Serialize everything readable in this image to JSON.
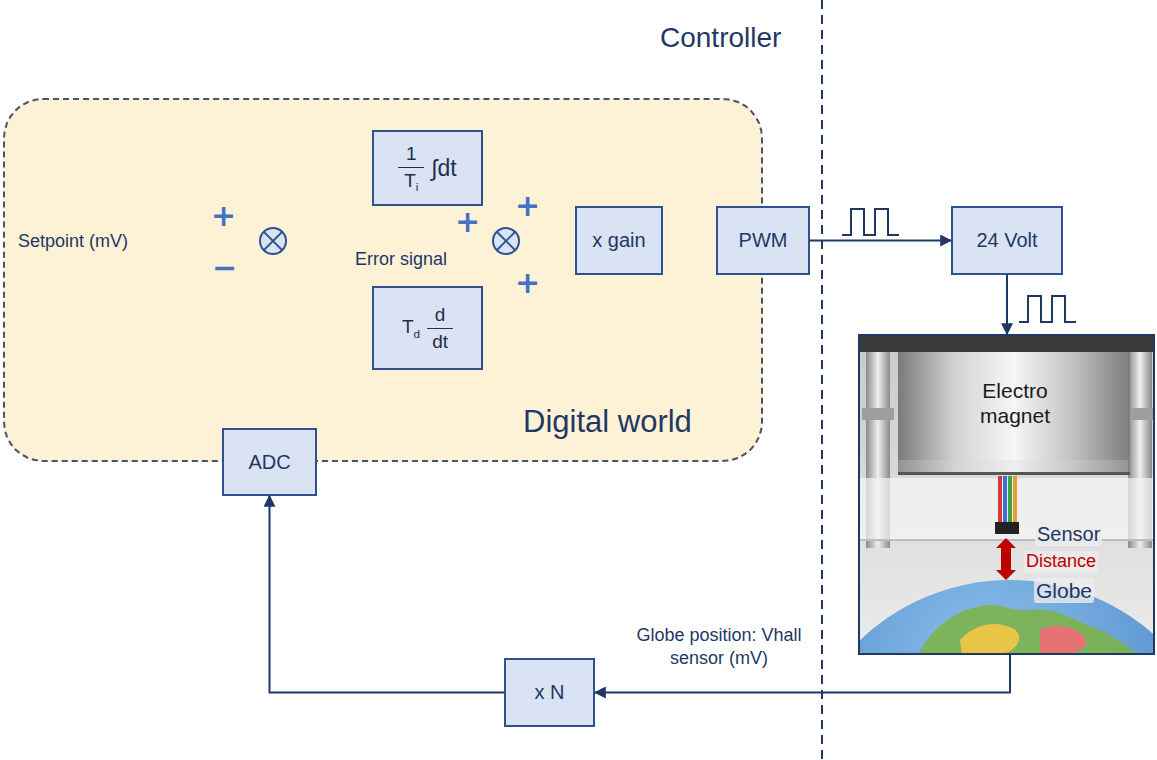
{
  "diagram": {
    "nodes": [
      {
        "text": [
          "Digital world"
        ]
      },
      {
        "text": [
          "Setpoint (mV)"
        ],
        "in": 0
      },
      {
        "text": [
          "+",
          "−"
        ],
        "in": 0
      },
      {
        "text": [
          "1",
          "Ti",
          "∫dt"
        ],
        "in": 0
      },
      {
        "text": [
          "Td",
          "d",
          "dt"
        ],
        "in": 0
      },
      {
        "text": [
          "+",
          "+",
          "+"
        ],
        "in": 0
      },
      {
        "text": [
          "x gain"
        ],
        "in": 0
      },
      {
        "text": [
          "PWM"
        ]
      },
      {
        "text": [
          "24 Volt"
        ]
      },
      {
        "text": [
          "Electro magnet",
          "Sensor",
          "Distance",
          "Globe"
        ]
      },
      {
        "text": [
          "ADC"
        ]
      },
      {
        "text": [
          "x N"
        ]
      }
    ],
    "edges": [
      {
        "from": 1,
        "to": 2,
        "arrow": "to"
      },
      {
        "from": 2,
        "to": 3,
        "arrow": "to"
      },
      {
        "from": 2,
        "to": 5,
        "label": "Error signal",
        "arrow": "to"
      },
      {
        "from": 2,
        "to": 4,
        "arrow": "to"
      },
      {
        "from": 3,
        "to": 5,
        "arrow": "to"
      },
      {
        "from": 4,
        "to": 5,
        "arrow": "to"
      },
      {
        "from": 5,
        "to": 6,
        "arrow": "to"
      },
      {
        "from": 6,
        "to": 7,
        "arrow": "to"
      },
      {
        "from": 7,
        "to": 8,
        "arrow": "to"
      },
      {
        "from": 8,
        "to": 9,
        "arrow": "to"
      },
      {
        "from": 9,
        "to": 11,
        "label": "Globe position: Vhall sensor (mV)",
        "arrow": "to"
      },
      {
        "from": 11,
        "to": 10,
        "arrow": "to"
      },
      {
        "from": 10,
        "to": 2,
        "arrow": "to"
      }
    ],
    "labels": [
      "Controller"
    ]
  }
}
